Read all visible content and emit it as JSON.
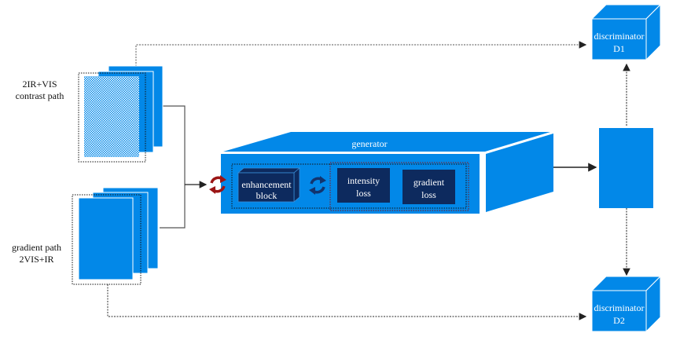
{
  "colors": {
    "blue": "#0288e8",
    "navy": "#0d2a5e",
    "red_cycle": "#9b1515",
    "navy_cycle": "#12346e",
    "line_gray": "#666666",
    "arrow": "#222222"
  },
  "inputs": {
    "contrast_path": {
      "line1": "2IR+VIS",
      "line2": "contrast path"
    },
    "gradient_path": {
      "line1": "gradient path",
      "line2": "2VIS+IR"
    }
  },
  "generator": {
    "title": "generator",
    "enhancement_block": {
      "line1": "enhancement",
      "line2": "block"
    },
    "intensity_loss": {
      "line1": "intensity",
      "line2": "loss"
    },
    "gradient_loss": {
      "line1": "gradient",
      "line2": "loss"
    },
    "icons": [
      "refresh-cycle-icon-red",
      "refresh-cycle-icon-navy"
    ]
  },
  "discriminators": [
    {
      "line1": "discriminator",
      "line2": "D1"
    },
    {
      "line1": "discriminator",
      "line2": "D2"
    }
  ]
}
